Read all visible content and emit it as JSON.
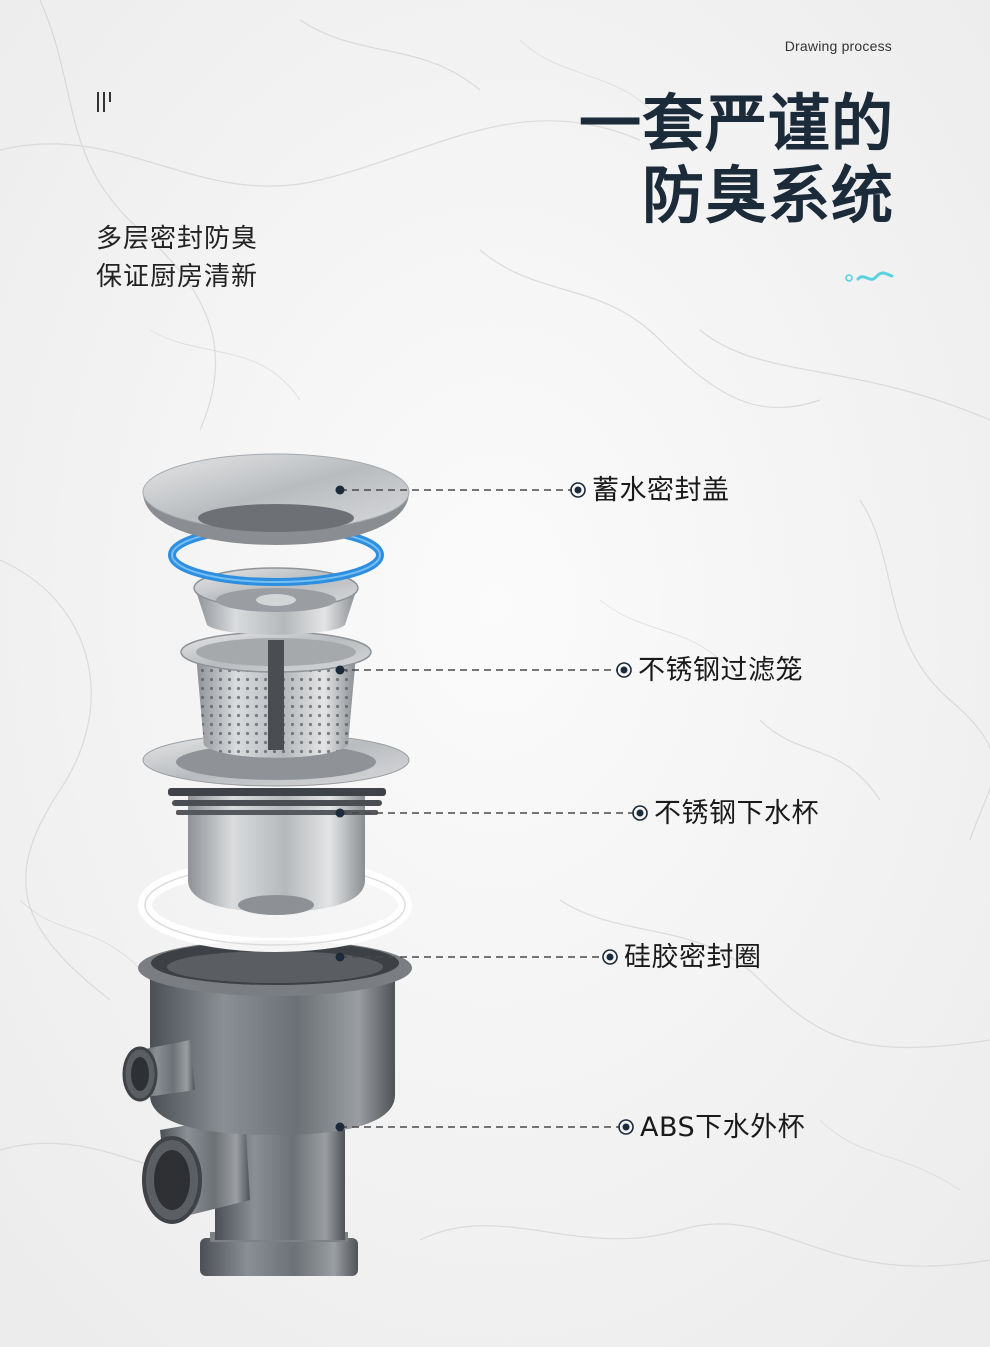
{
  "header": {
    "english_caption": "Drawing process",
    "title_line1": "一套严谨的",
    "title_line2": "防臭系统",
    "subtitle_line1": "多层密封防臭",
    "subtitle_line2": "保证厨房清新"
  },
  "parts": [
    {
      "label": "蓄水密封盖"
    },
    {
      "label": "不锈钢过滤笼"
    },
    {
      "label": "不锈钢下水杯"
    },
    {
      "label": "硅胶密封圈"
    },
    {
      "label": "ABS下水外杯"
    }
  ],
  "colors": {
    "title": "#1b2b3a",
    "accent_blue": "#2e8fe0",
    "accent_cyan": "#59d1e0",
    "steel": "#b9bcbf",
    "dark_steel": "#5f6469"
  },
  "icons": [
    "logo-bars-icon",
    "wave-decoration-icon",
    "dot-marker-icon"
  ]
}
